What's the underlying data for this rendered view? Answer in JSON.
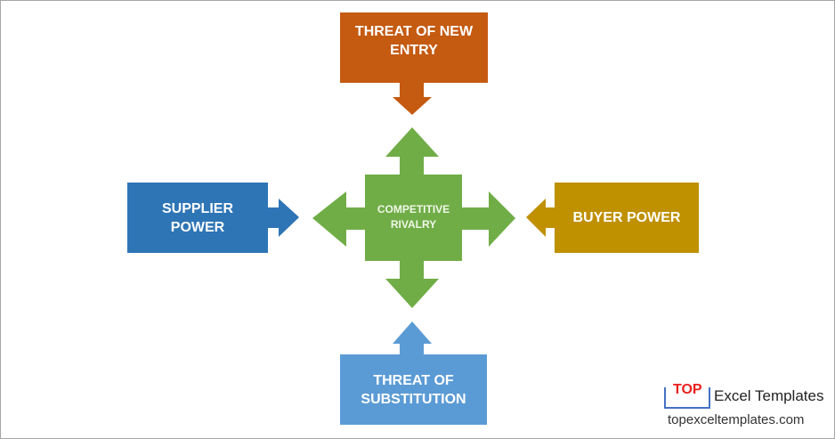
{
  "diagram": {
    "center": {
      "label": "COMPETITIVE RIVALRY",
      "color": "#70ad47"
    },
    "top": {
      "label": "THREAT OF NEW ENTRY",
      "color": "#c55a11"
    },
    "left": {
      "label": "SUPPLIER POWER",
      "color": "#2e75b6"
    },
    "right": {
      "label": "BUYER POWER",
      "color": "#bf9000"
    },
    "bottom": {
      "label": "THREAT OF SUBSTITUTION",
      "color": "#5b9bd5"
    }
  },
  "logo": {
    "badge": "TOP",
    "name": "Excel Templates",
    "url": "topexceltemplates.com"
  }
}
